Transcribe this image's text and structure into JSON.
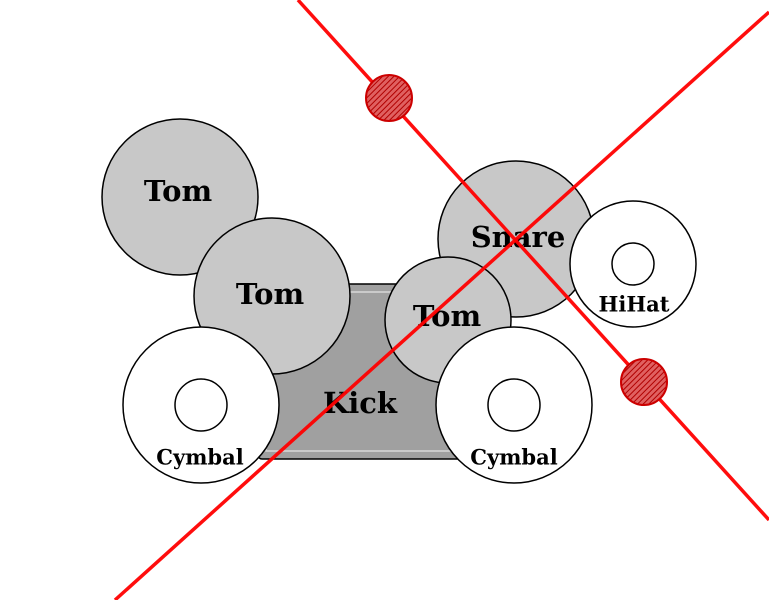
{
  "drums": {
    "tom_upper_left": "Tom",
    "tom_middle": "Tom",
    "tom_right": "Tom",
    "snare": "Snare",
    "kick": "Kick",
    "hihat": "HiHat",
    "cymbal_left": "Cymbal",
    "cymbal_right": "Cymbal"
  },
  "colors": {
    "drum_fill": "#c8c8c8",
    "kick_fill": "#a0a0a0",
    "cymbal_fill": "#ffffff",
    "outline": "#000000",
    "line": "#ff0000",
    "marker": "#cc0000"
  }
}
